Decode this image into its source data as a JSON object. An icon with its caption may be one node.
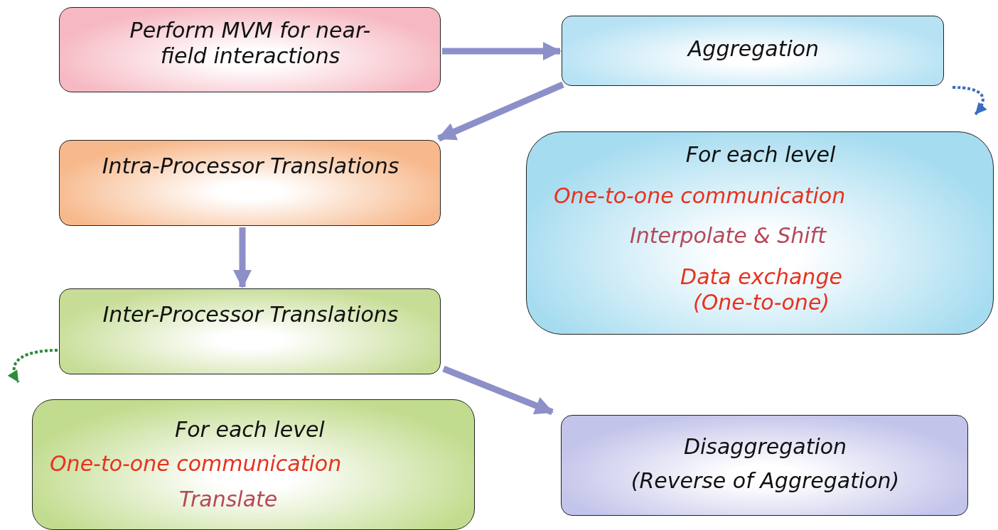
{
  "diagram": {
    "nodes": [
      {
        "text": [
          "Perform MVM for near-field interactions"
        ]
      },
      {
        "text": [
          "Aggregation"
        ]
      },
      {
        "text": [
          "Intra-Processor Translations"
        ]
      },
      {
        "text": [
          "For each level",
          "One-to-one communication",
          "Interpolate & Shift",
          "Data exchange (One-to-one)"
        ]
      },
      {
        "text": [
          "Inter-Processor Translations"
        ]
      },
      {
        "text": [
          "For each level",
          "One-to-one communication",
          "Translate"
        ]
      },
      {
        "text": [
          "Disaggregation",
          "(Reverse of Aggregation)"
        ]
      }
    ],
    "edges": [
      {
        "from": 0,
        "to": 1,
        "arrow": "to"
      },
      {
        "from": 1,
        "to": 2,
        "arrow": "to"
      },
      {
        "from": 2,
        "to": 4,
        "arrow": "to"
      },
      {
        "from": 4,
        "to": 6,
        "arrow": "to"
      },
      {
        "from": 1,
        "to": 3,
        "arrow": "to",
        "style": "dashed",
        "color": "#3a6cc0"
      },
      {
        "from": 4,
        "to": 5,
        "arrow": "to",
        "style": "dashed",
        "color": "#2e8b3a"
      }
    ]
  }
}
